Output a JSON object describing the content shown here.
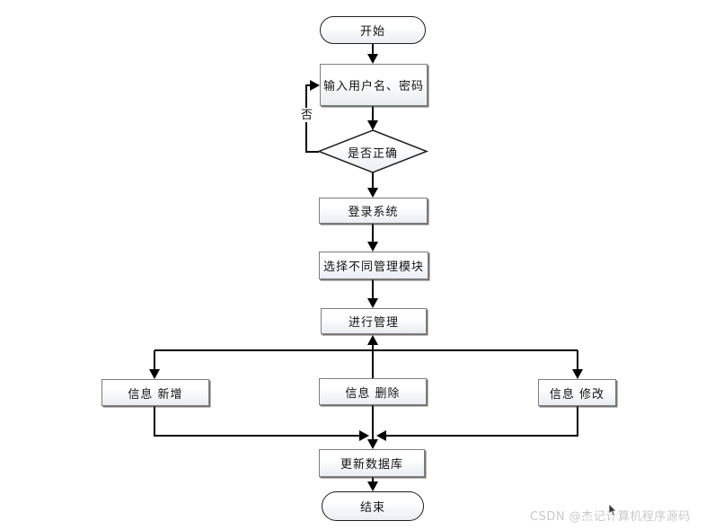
{
  "diagram": {
    "type": "flowchart",
    "nodes": {
      "start": "开始",
      "input": "输入用户名、密码",
      "decision": "是否正确",
      "login": "登录系统",
      "select_module": "选择不同管理模块",
      "manage": "进行管理",
      "info_add": "信息 新增",
      "info_delete": "信息 删除",
      "info_modify": "信息 修改",
      "update_db": "更新数据库",
      "end": "结束"
    },
    "edge_labels": {
      "no": "否"
    },
    "edges": [
      "开始 → 输入用户名、密码",
      "输入用户名、密码 → 是否正确",
      "是否正确 –否→ 输入用户名、密码",
      "是否正确 → 登录系统",
      "登录系统 → 选择不同管理模块",
      "选择不同管理模块 → 进行管理",
      "进行管理 ↔ 信息新增 / 信息删除 / 信息修改",
      "信息新增 / 信息删除 / 信息修改 → 更新数据库",
      "更新数据库 → 结束"
    ],
    "colors": {
      "line": "#000000",
      "rect_border": "#7d7d7d",
      "terminal_border": "#1f1f1f",
      "fill_top": "#ffffff",
      "fill_bottom": "#e9edf2",
      "text": "#111111",
      "watermark": "#c9c9c9"
    }
  },
  "watermark": {
    "text": "CSDN @杰记计算机程序源码"
  }
}
